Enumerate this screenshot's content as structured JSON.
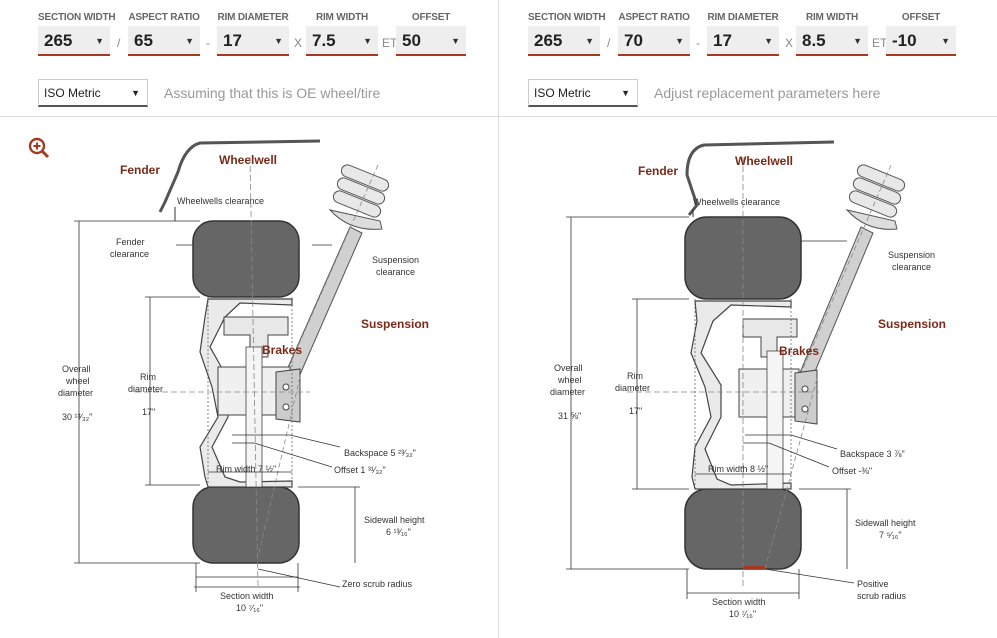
{
  "left": {
    "fields": [
      {
        "label": "SECTION WIDTH",
        "value": "265"
      },
      {
        "label": "ASPECT RATIO",
        "value": "65"
      },
      {
        "label": "RIM DIAMETER",
        "value": "17"
      },
      {
        "label": "RIM WIDTH",
        "value": "7.5"
      },
      {
        "label": "OFFSET",
        "value": "50"
      }
    ],
    "separators": [
      "/",
      "-",
      "X",
      "ET"
    ],
    "unit": "ISO Metric",
    "hint": "Assuming that this is OE wheel/tire",
    "diagram": {
      "fender": "Fender",
      "wheelwell": "Wheelwell",
      "wheelwells_clearance": "Wheelwells clearance",
      "fender_clearance": [
        "Fender",
        "clearance"
      ],
      "suspension_clearance": [
        "Suspension",
        "clearance"
      ],
      "suspension": "Suspension",
      "brakes": "Brakes",
      "overall": [
        "Overall",
        "wheel",
        "diameter"
      ],
      "overall_value": "30 ¹³⁄₃₂\"",
      "rim": [
        "Rim",
        "diameter"
      ],
      "rim_value": "17\"",
      "backspace": "Backspace 5 ²³⁄₃₂\"",
      "offset": "Offset 1 ³¹⁄₃₂\"",
      "rim_width": "Rim width 7 ½\"",
      "sidewall": "Sidewall height",
      "sidewall_value": "6 ¹³⁄₁₆\"",
      "scrub": [
        "Zero scrub radius"
      ],
      "section": "Section width",
      "section_value": "10 ⁷⁄₁₆\""
    }
  },
  "right": {
    "fields": [
      {
        "label": "SECTION WIDTH",
        "value": "265"
      },
      {
        "label": "ASPECT RATIO",
        "value": "70"
      },
      {
        "label": "RIM DIAMETER",
        "value": "17"
      },
      {
        "label": "RIM WIDTH",
        "value": "8.5"
      },
      {
        "label": "OFFSET",
        "value": "-10"
      }
    ],
    "separators": [
      "/",
      "-",
      "X",
      "ET"
    ],
    "unit": "ISO Metric",
    "hint": "Adjust replacement parameters here",
    "diagram": {
      "fender": "Fender",
      "wheelwell": "Wheelwell",
      "wheelwells_clearance": "Wheelwells clearance",
      "suspension_clearance": [
        "Suspension",
        "clearance"
      ],
      "suspension": "Suspension",
      "brakes": "Brakes",
      "overall": [
        "Overall",
        "wheel",
        "diameter"
      ],
      "overall_value": "31 ⅝\"",
      "rim": [
        "Rim",
        "diameter"
      ],
      "rim_value": "17\"",
      "backspace": "Backspace 3 ⅞\"",
      "offset": "Offset -⅜\"",
      "rim_width": "Rim width 8 ½\"",
      "sidewall": "Sidewall height",
      "sidewall_value": "7 ⁵⁄₁₆\"",
      "scrub": [
        "Positive",
        "scrub radius"
      ],
      "section": "Section width",
      "section_value": "10 ⁷⁄₁₆\""
    }
  },
  "colors": {
    "accent": "#a53a22",
    "tire": "#666666",
    "brake": "#e8e8e8",
    "strut": "#d0d0d0"
  }
}
